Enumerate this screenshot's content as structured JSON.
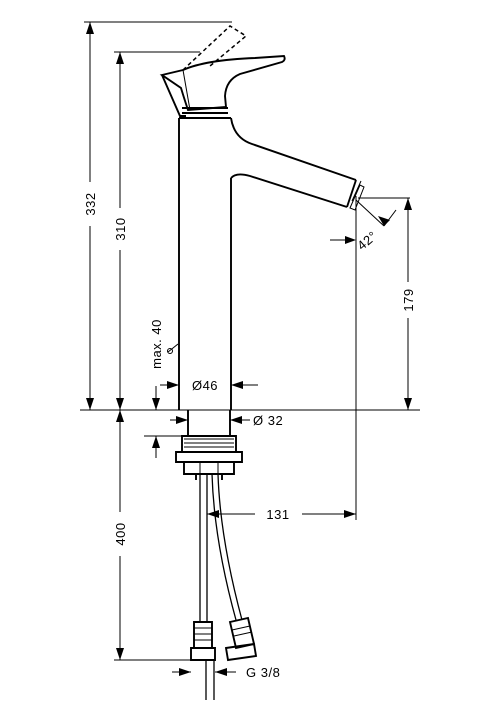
{
  "dimensions": {
    "total_height": "332",
    "spout_height": "310",
    "outlet_height": "179",
    "lever_clearance": "max. 40",
    "body_diameter": "Ø46",
    "shank_diameter": "Ø 32",
    "hose_length": "400",
    "reach": "131",
    "spray_angle": "42°",
    "connection_thread": "G 3/8"
  }
}
